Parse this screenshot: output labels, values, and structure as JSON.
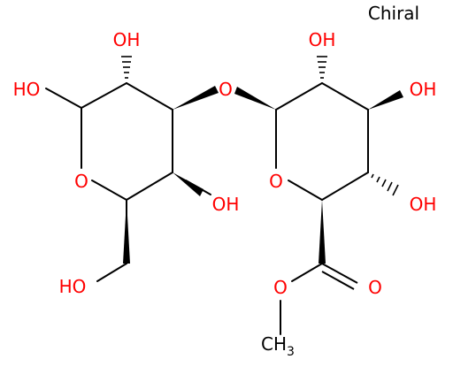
{
  "annotation": "Chiral",
  "atoms": {
    "a1": "HO",
    "a2": "OH",
    "a3": "O",
    "a4": "O",
    "a5": "OH",
    "a6": "HO",
    "a7": "OH",
    "a8": "OH",
    "a9": "O",
    "a10": "OH",
    "a11": "O",
    "a12": "O",
    "a13": "CH",
    "a13_sub": "3"
  },
  "colors": {
    "bond": "#000000",
    "heteroatom": "#ff0000",
    "carbon_label": "#000000"
  }
}
